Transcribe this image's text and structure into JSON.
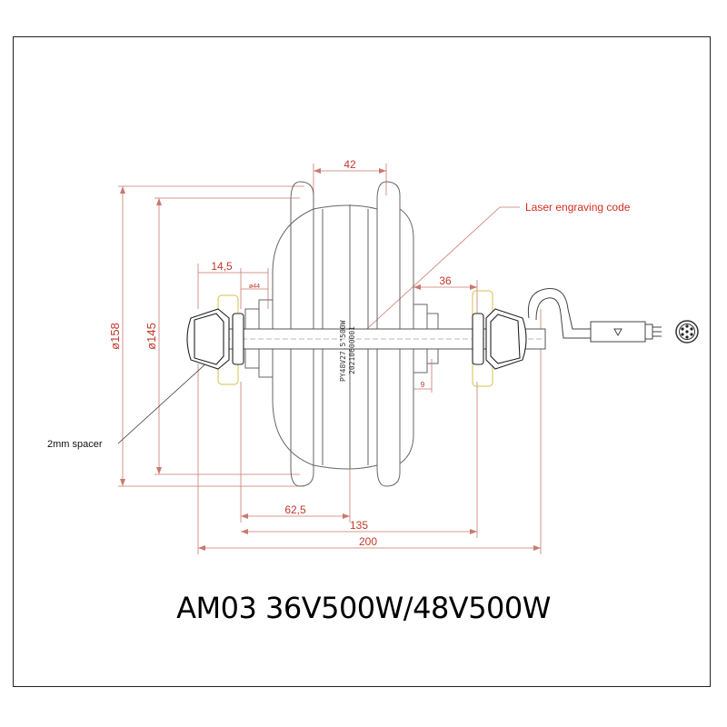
{
  "title": "AM03 36V500W/48V500W",
  "callouts": {
    "laser": "Laser engraving code",
    "spacer": "2mm spacer"
  },
  "engraving": {
    "line1": "PY48V27.5\"500W",
    "line2": "20210600001"
  },
  "dimensions": {
    "hub_width": "42",
    "axle_left": "14,5",
    "axle_right": "36",
    "dia_small": "ø44",
    "small_9": "9",
    "dia_158": "ø158",
    "dia_145": "ø145",
    "d_62_5": "62,5",
    "d_135": "135",
    "d_200": "200"
  },
  "colors": {
    "dimension": "#c0392b",
    "outline": "#555555",
    "spacer": "#d4c04a",
    "frame": "#222222"
  }
}
